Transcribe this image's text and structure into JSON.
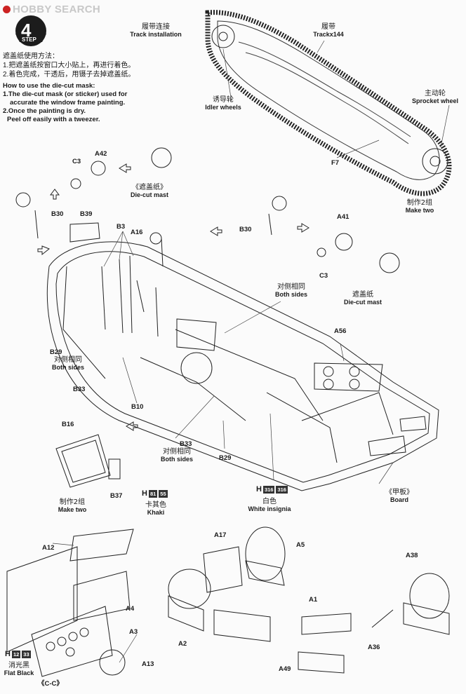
{
  "watermark": {
    "text": "HOBBY SEARCH"
  },
  "step": {
    "number": "4",
    "word": "STEP"
  },
  "track_install": {
    "cn": "履带连接",
    "en": "Track installation"
  },
  "track": {
    "cn": "履带",
    "en": "Trackx144"
  },
  "idler": {
    "cn": "诱导轮",
    "en": "Idler wheels"
  },
  "sprocket": {
    "cn": "主动轮",
    "en": "Sprocket wheel"
  },
  "f7": "F7",
  "make_two_right": {
    "cn": "制作2组",
    "en": "Make two"
  },
  "instructions": {
    "cn_title": "遮盖纸使用方法：",
    "cn_1": "1.把遮盖纸按窗口大小贴上，再进行着色。",
    "cn_2": "2.着色完成，干透后，用镊子去掉遮盖纸。",
    "en_title": "How to use the die-cut mask:",
    "en_1": "1.The die-cut mask (or sticker) used for",
    "en_1b": "accurate the window frame painting.",
    "en_2": "2.Once the painting is dry.",
    "en_2b": "Peel off easily with a tweezer."
  },
  "parts": {
    "c3a": "C3",
    "a42": "A42",
    "b30a": "B30",
    "b39": "B39",
    "b3": "B3",
    "a16": "A16",
    "b30b": "B30",
    "a41": "A41",
    "c3b": "C3",
    "a56": "A56",
    "b29a": "B29",
    "b33a": "B33",
    "b10": "B10",
    "b16": "B16",
    "b37": "B37",
    "b33b": "B33",
    "b29b": "B29",
    "a17": "A17",
    "a5": "A5",
    "a38": "A38",
    "a12": "A12",
    "a4": "A4",
    "a3": "A3",
    "a13": "A13",
    "a2": "A2",
    "a1": "A1",
    "a36": "A36",
    "a49": "A49"
  },
  "mask_top": {
    "cn": "《遮盖纸》",
    "en": "Die-cut mast"
  },
  "mask_right": {
    "cn": "遮盖纸",
    "en": "Die-cut mast"
  },
  "both_sides_1": {
    "cn": "对侧相同",
    "en": "Both sides"
  },
  "both_sides_2": {
    "cn": "对侧相同",
    "en": "Both sides"
  },
  "both_sides_3": {
    "cn": "对侧相同",
    "en": "Both sides"
  },
  "make_two_left": {
    "cn": "制作2组",
    "en": "Make two"
  },
  "khaki": {
    "h": "H",
    "c1": "81",
    "c2": "55",
    "cn": "卡其色",
    "en": "Khaki"
  },
  "white": {
    "h": "H",
    "c1": "316",
    "c2": "316",
    "cn": "白色",
    "en": "White insignia"
  },
  "board": {
    "cn": "《甲板》",
    "en": "Board"
  },
  "flat_black": {
    "h": "H",
    "c1": "12",
    "c2": "33",
    "cn": "消光黑",
    "en": "Flat Black"
  },
  "cc": "《C-C》"
}
